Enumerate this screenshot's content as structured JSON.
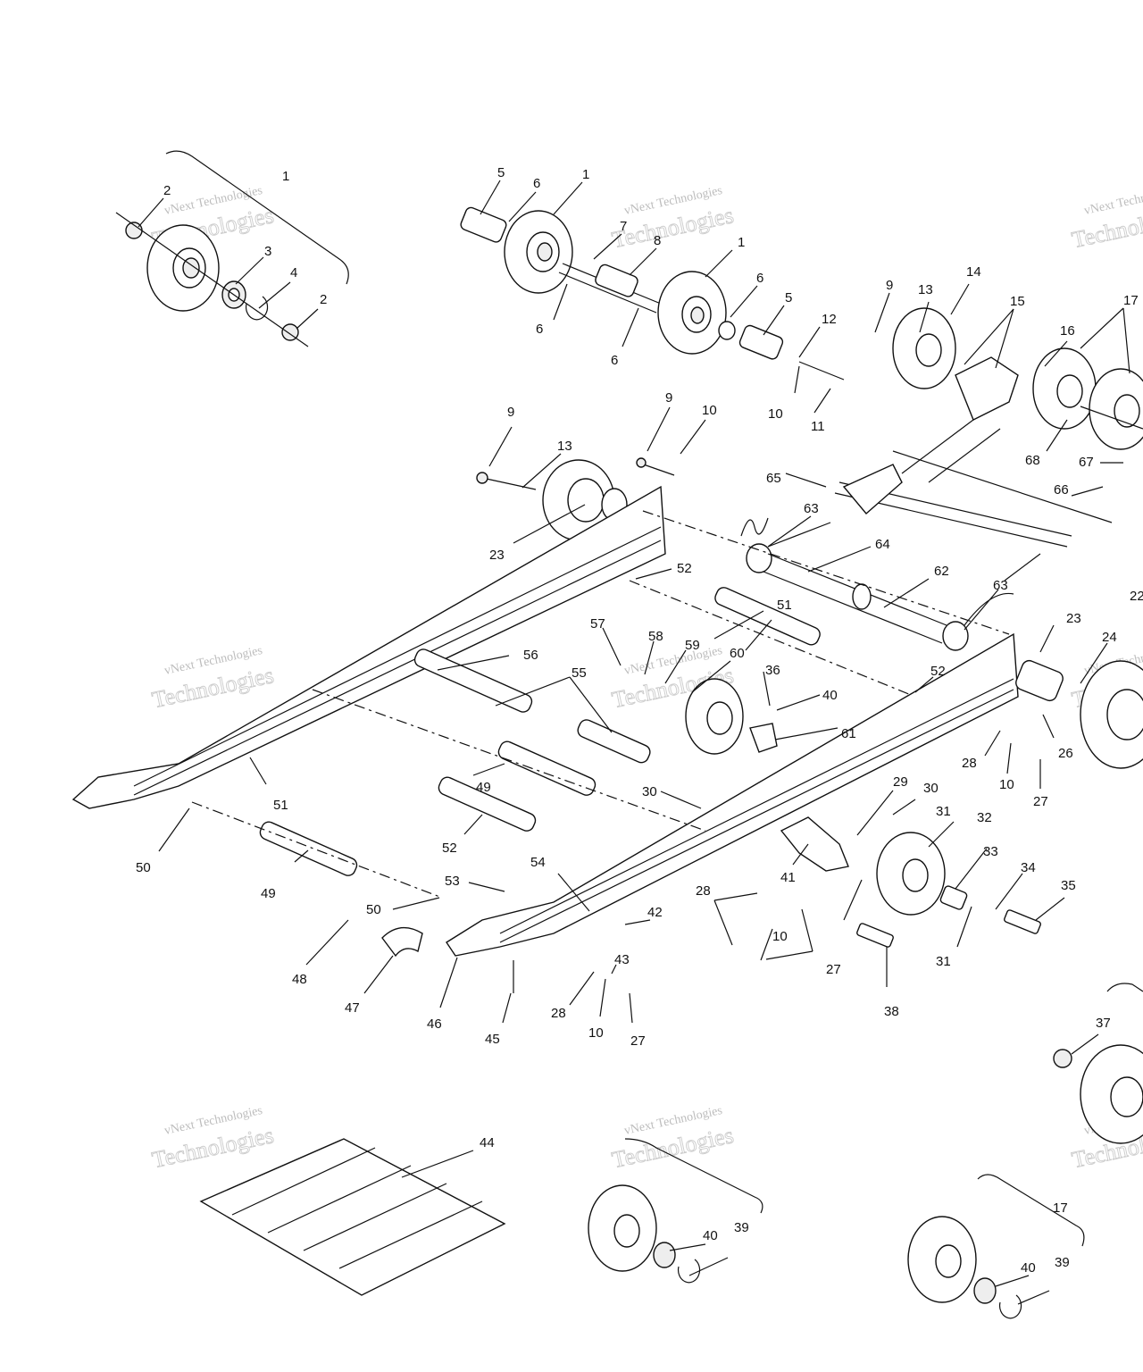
{
  "watermark": {
    "line1": "vNext Technologies",
    "line2": "Technologies"
  },
  "callouts": [
    "1",
    "2",
    "3",
    "4",
    "5",
    "6",
    "7",
    "8",
    "9",
    "10",
    "11",
    "12",
    "13",
    "14",
    "15",
    "16",
    "17",
    "22",
    "23",
    "24",
    "26",
    "27",
    "28",
    "29",
    "30",
    "31",
    "32",
    "33",
    "34",
    "35",
    "36",
    "37",
    "38",
    "39",
    "40",
    "41",
    "42",
    "43",
    "44",
    "45",
    "46",
    "47",
    "48",
    "49",
    "50",
    "51",
    "52",
    "53",
    "54",
    "55",
    "56",
    "57",
    "58",
    "59",
    "60",
    "61",
    "62",
    "63",
    "64",
    "65",
    "66",
    "67",
    "68"
  ]
}
